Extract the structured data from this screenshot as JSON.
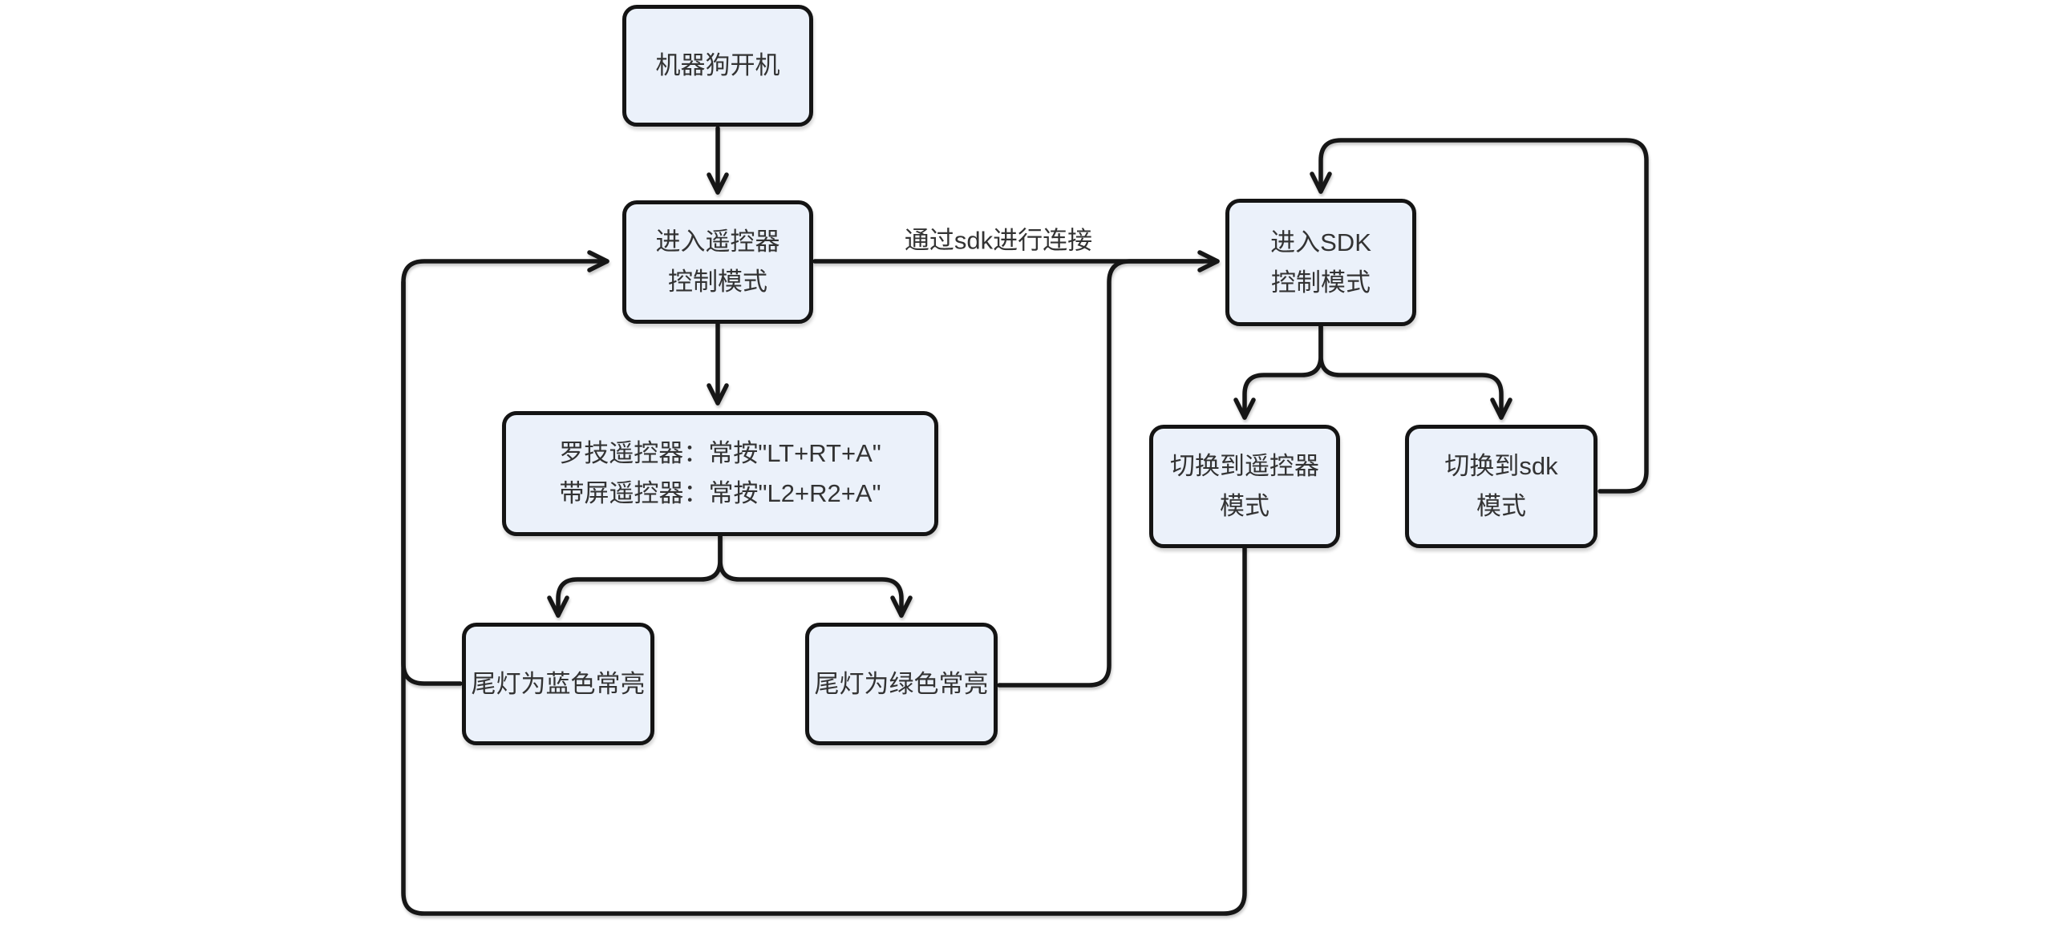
{
  "theme": {
    "background": "#ffffff",
    "node_fill": "#ebf1fa",
    "node_border": "#141414",
    "edge_color": "#161616",
    "text_color": "#333333"
  },
  "flowchart": {
    "nodes": {
      "power_on": "机器狗开机",
      "remote_mode": "进入遥控器\n控制模式",
      "sdk_mode": "进入SDK\n控制模式",
      "long_press": "罗技遥控器：常按\"LT+RT+A\"\n带屏遥控器：常按\"L2+R2+A\"",
      "tail_blue": "尾灯为蓝色常亮",
      "tail_green": "尾灯为绿色常亮",
      "switch_remote": "切换到遥控器\n模式",
      "switch_sdk": "切换到sdk\n模式"
    },
    "edge_labels": {
      "sdk_connect": "通过sdk进行连接"
    }
  }
}
